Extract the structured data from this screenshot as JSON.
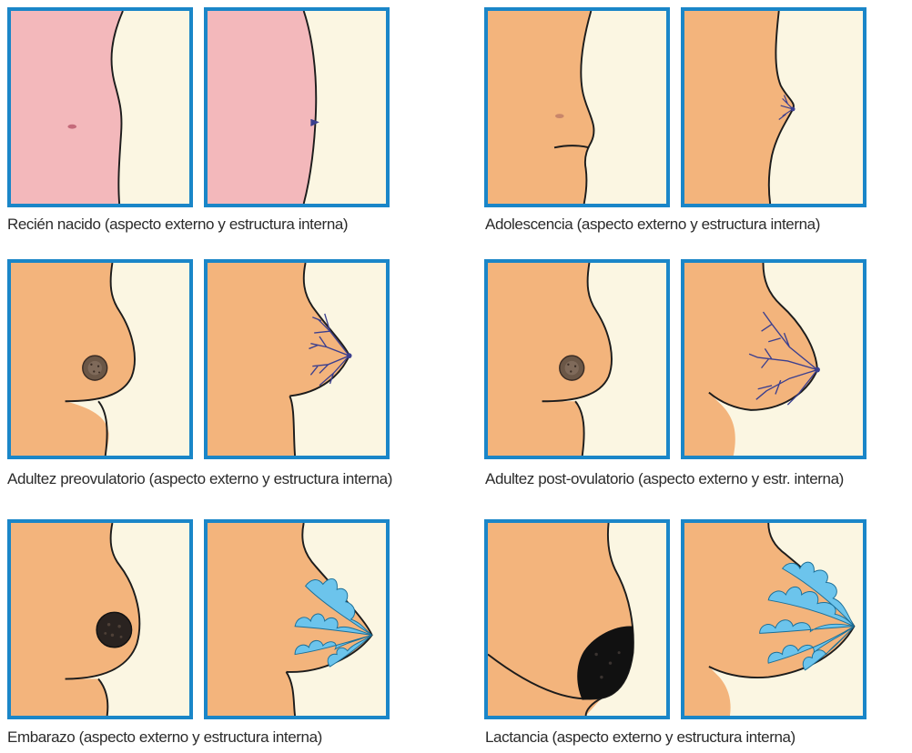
{
  "colors": {
    "frame": "#1a86c8",
    "background": "#fbf6e2",
    "newborn_skin": "#f3b8bb",
    "skin": "#f3b47c",
    "outline": "#1c1c1c",
    "ducts_dark": "#3b3f8f",
    "ducts_light": "#6cc4ec"
  },
  "captions": {
    "newborn": "Recién nacido (aspecto externo y estructura interna)",
    "adolescence": "Adolescencia (aspecto externo y estructura interna)",
    "adult_preovulatory": "Adultez preovulatorio (aspecto externo y estructura interna)",
    "adult_postovulatory": "Adultez post-ovulatorio (aspecto externo y estr. interna)",
    "pregnancy": "Embarazo (aspecto externo y estructura interna)",
    "lactation": "Lactancia (aspecto externo y estructura interna)"
  }
}
